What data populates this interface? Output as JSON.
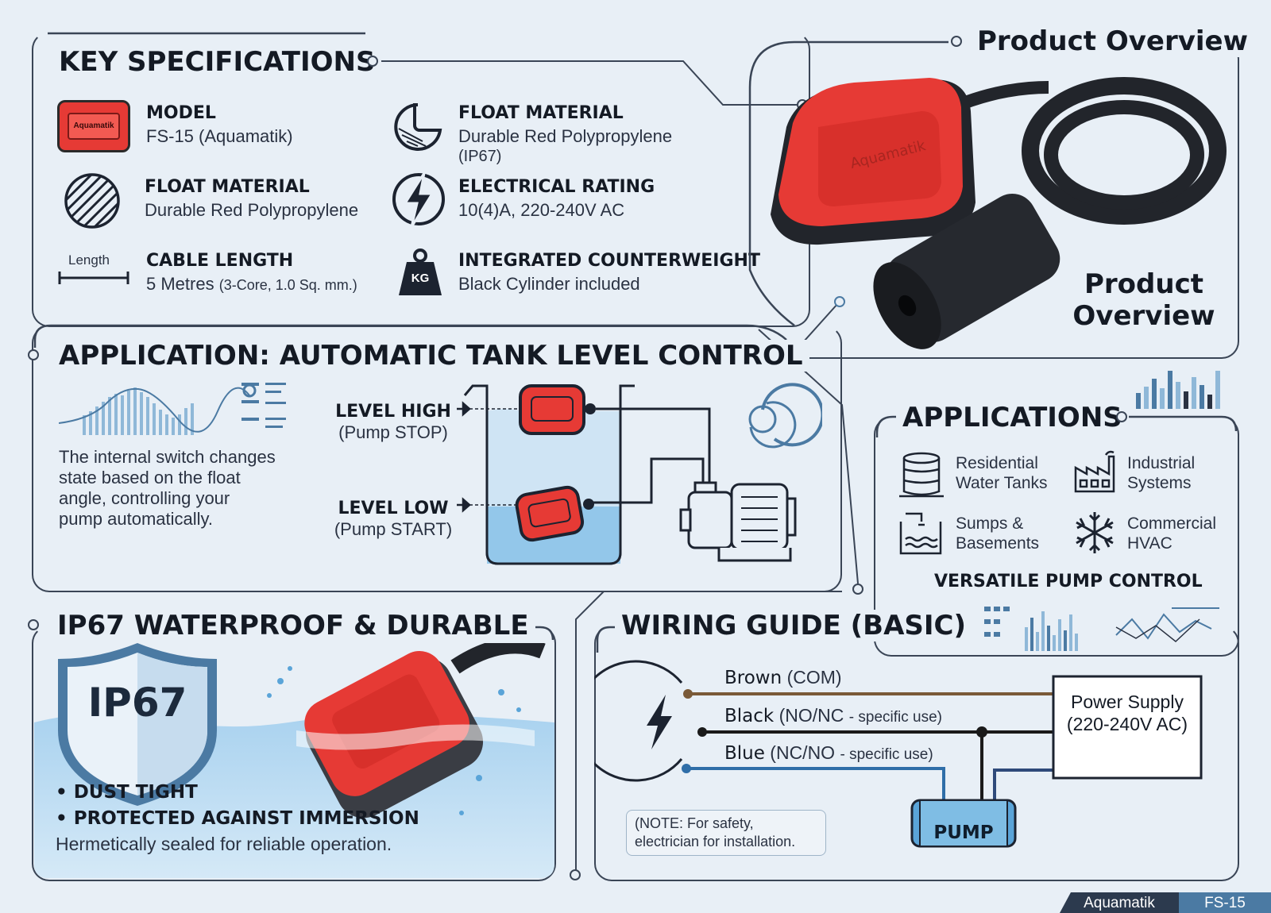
{
  "key_specs": {
    "title": "KEY SPECIFICATIONS",
    "model_icon_text": "Aquamatik",
    "items": [
      {
        "label": "MODEL",
        "value": "FS-15 (Aquamatik)",
        "icon": "model-badge-icon"
      },
      {
        "label": "FLOAT MATERIAL",
        "value": "Durable Red Polypropylene",
        "value2": "(IP67)",
        "icon": "float-moon-icon"
      },
      {
        "label": "FLOAT MATERIAL",
        "value": "Durable Red Polypropylene",
        "icon": "hatched-circle-icon"
      },
      {
        "label": "ELECTRICAL RATING",
        "value": "10(4)A, 220-240V AC",
        "icon": "lightning-icon"
      },
      {
        "label": "CABLE LENGTH",
        "value": "5 Metres",
        "value_small": "(3-Core, 1.0 Sq. mm.)",
        "icon": "length-icon"
      },
      {
        "label": "INTEGRATED COUNTERWEIGHT",
        "value": "Black Cylinder included",
        "icon": "weight-icon"
      }
    ],
    "length_icon_text": "Length",
    "weight_icon_text": "KG"
  },
  "product_overview": {
    "title": "Product Overview",
    "caption_line1": "Product",
    "caption_line2": "Overview",
    "float_logo": "Aquamatik"
  },
  "application": {
    "title": "APPLICATION: AUTOMATIC TANK LEVEL CONTROL",
    "description": [
      "The internal switch changes",
      "state based on the float",
      "angle, controlling your",
      "pump automatically."
    ],
    "level_high": "LEVEL HIGH",
    "level_high_sub": "(Pump STOP)",
    "level_low": "LEVEL LOW",
    "level_low_sub": "(Pump START)"
  },
  "applications": {
    "title": "APPLICATIONS",
    "items": [
      {
        "line1": "Residential",
        "line2": "Water Tanks",
        "icon": "water-tank-icon"
      },
      {
        "line1": "Industrial",
        "line2": "Systems",
        "icon": "factory-icon"
      },
      {
        "line1": "Sumps &",
        "line2": "Basements",
        "icon": "sump-icon"
      },
      {
        "line1": "Commercial",
        "line2": "HVAC",
        "icon": "snowflake-icon"
      }
    ],
    "footer": "VERSATILE PUMP CONTROL"
  },
  "ip67": {
    "title": "IP67 WATERPROOF & DURABLE",
    "badge": "IP67",
    "bullets": [
      "DUST TIGHT",
      "PROTECTED AGAINST IMMERSION"
    ],
    "note": "Hermetically sealed for reliable operation."
  },
  "wiring": {
    "title": "WIRING GUIDE (BASIC)",
    "wires": [
      {
        "name": "Brown",
        "desc": "(COM)",
        "color": "#7a5a38"
      },
      {
        "name": "Black",
        "desc": "(NO/NC",
        "small": "- specific use)",
        "color": "#1a1a1a"
      },
      {
        "name": "Blue",
        "desc": "(NC/NO",
        "small": "- specific use)",
        "color": "#2f6ea8"
      }
    ],
    "power_line1": "Power Supply",
    "power_line2": "(220-240V AC)",
    "pump": "PUMP",
    "note_line1": "(NOTE: For safety,",
    "note_line2": "electrician for installation."
  },
  "footer": {
    "brand": "Aquamatik",
    "model": "FS-15"
  },
  "colors": {
    "accent_red": "#e63a35",
    "water_blue": "#8fc3e8",
    "line_dark": "#3a4556",
    "background": "#e8eff6"
  }
}
